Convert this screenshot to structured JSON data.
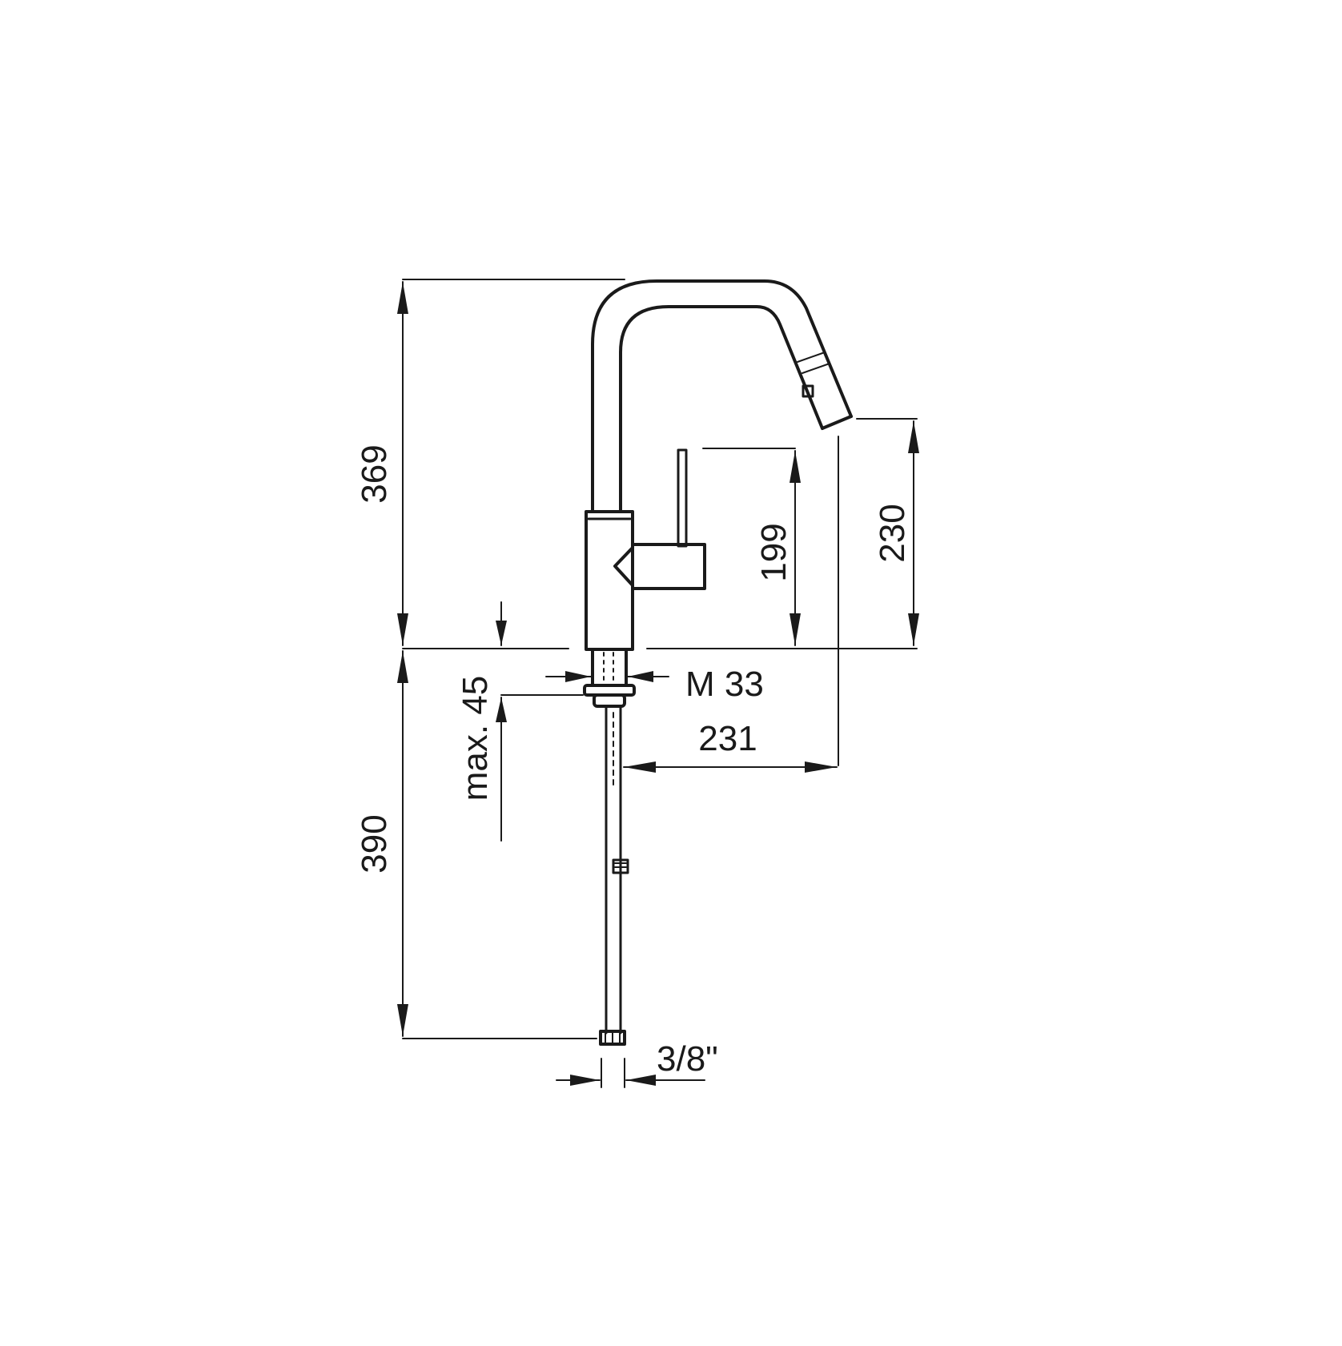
{
  "drawing": {
    "subject": "faucet-dimension-drawing",
    "line_color": "#1a1a1a",
    "background": "#ffffff",
    "dimensions": {
      "total_height_above_counter": "369",
      "spout_outlet_height": "230",
      "handle_height": "199",
      "spout_reach": "231",
      "supply_hose_length": "390",
      "max_counter_thickness": "max. 45",
      "mounting_thread": "M 33",
      "connection_thread": "3/8\""
    }
  }
}
